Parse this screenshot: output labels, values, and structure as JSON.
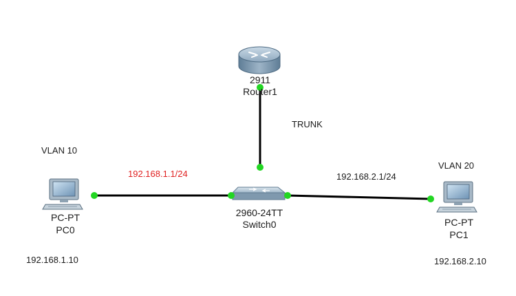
{
  "colors": {
    "link": "#000000",
    "port_dot": "#22d622",
    "ip_highlight": "#e02020",
    "text": "#1a1a1a"
  },
  "devices": {
    "router": {
      "model": "2911",
      "name": "Router1",
      "icon": "router-icon"
    },
    "switch": {
      "model": "2960-24TT",
      "name": "Switch0",
      "icon": "switch-icon"
    },
    "pc0": {
      "model": "PC-PT",
      "name": "PC0",
      "icon": "pc-icon"
    },
    "pc1": {
      "model": "PC-PT",
      "name": "PC1",
      "icon": "pc-icon"
    }
  },
  "labels": {
    "trunk": "TRUNK",
    "vlan10": "VLAN 10",
    "vlan20": "VLAN 20",
    "gateway10": "192.168.1.1/24",
    "gateway20": "192.168.2.1/24",
    "pc0_ip": "192.168.1.10",
    "pc1_ip": "192.168.2.10"
  }
}
